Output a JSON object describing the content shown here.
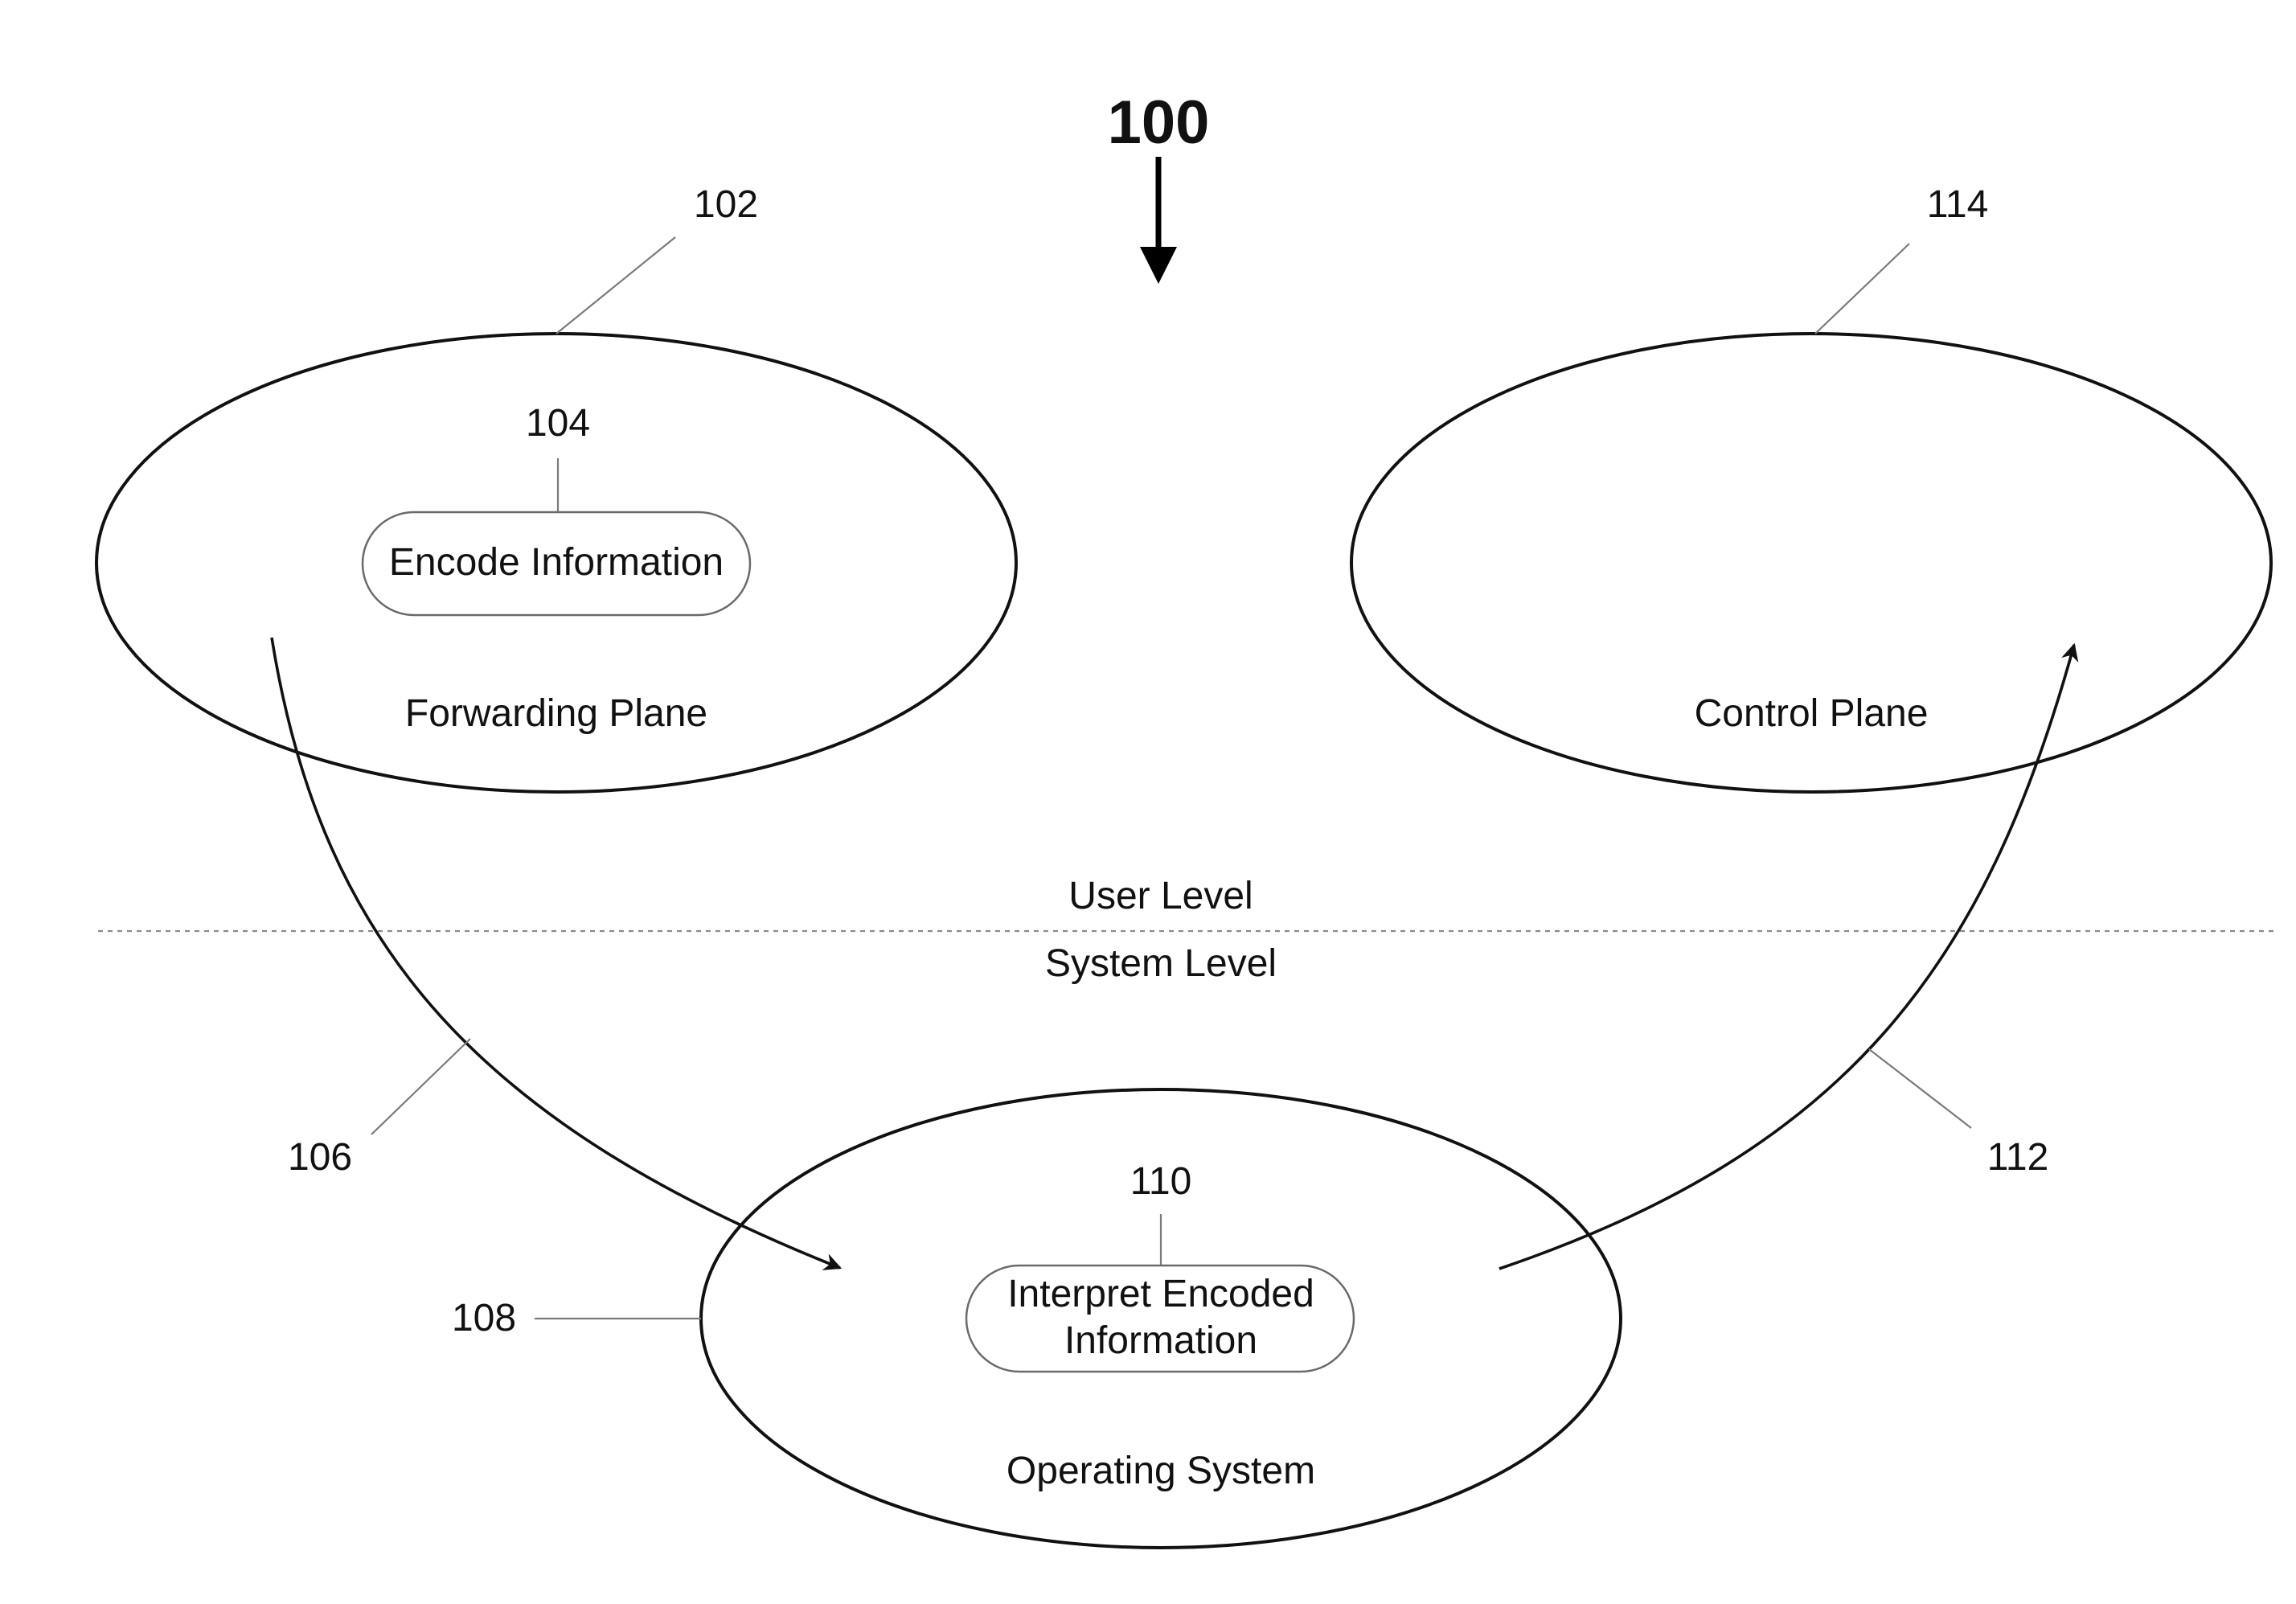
{
  "figure": {
    "number": "100"
  },
  "nodes": {
    "forwarding_plane": {
      "ref": "102",
      "label": "Forwarding Plane",
      "step": {
        "ref": "104",
        "label": "Encode Information"
      }
    },
    "control_plane": {
      "ref": "114",
      "label": "Control Plane"
    },
    "operating_system": {
      "ref": "108",
      "label": "Operating System",
      "step": {
        "ref": "110",
        "label_line1": "Interpret Encoded",
        "label_line2": "Information"
      }
    }
  },
  "edges": {
    "to_os": {
      "ref": "106",
      "from": "Forwarding Plane",
      "to": "Operating System"
    },
    "to_control": {
      "ref": "112",
      "from": "Operating System",
      "to": "Control Plane"
    }
  },
  "levels": {
    "upper": "User Level",
    "lower": "System Level"
  }
}
